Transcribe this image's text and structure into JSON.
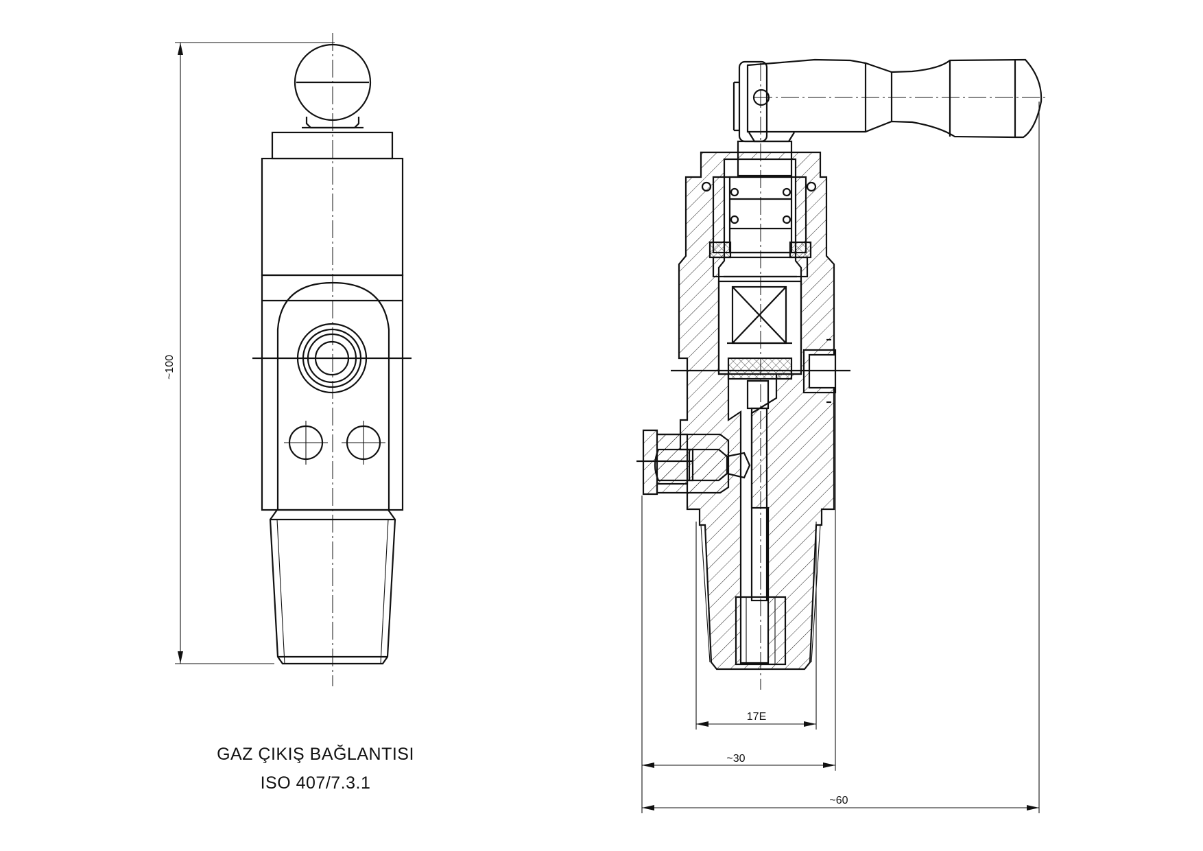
{
  "caption": {
    "title": "GAZ ÇIKIŞ BAĞLANTISI",
    "standard": "ISO 407/7.3.1"
  },
  "dimensions": {
    "height": "~100",
    "thread": "17E",
    "width_body": "~30",
    "width_overall": "~60"
  }
}
